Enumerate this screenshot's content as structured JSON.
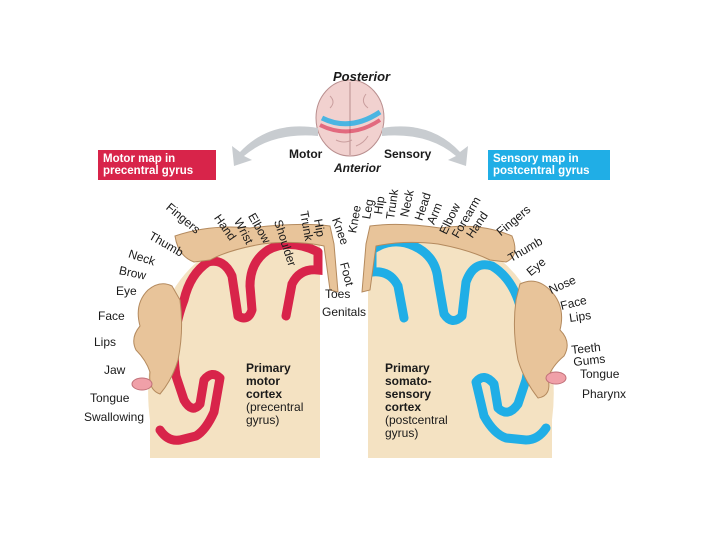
{
  "colors": {
    "motor": "#d8244a",
    "sensory": "#20aee6",
    "cortex_fill": "#f4e2c2",
    "skin": "#e8c49a"
  },
  "orientation": {
    "posterior": "Posterior",
    "anterior": "Anterior",
    "motor": "Motor",
    "sensory": "Sensory"
  },
  "motor_box": {
    "line1": "Motor map in",
    "line2": "precentral gyrus"
  },
  "sensory_box": {
    "line1": "Sensory map in",
    "line2": "postcentral gyrus"
  },
  "motor_labels": {
    "toes": "Toes",
    "foot": "Foot",
    "knee": "Knee",
    "hip": "Hip",
    "trunk": "Trunk",
    "shoulder": "Shoulder",
    "elbow": "Elbow",
    "wrist": "Wrist",
    "hand": "Hand",
    "fingers": "Fingers",
    "thumb": "Thumb",
    "neck": "Neck",
    "brow": "Brow",
    "eye": "Eye",
    "face": "Face",
    "lips": "Lips",
    "jaw": "Jaw",
    "tongue": "Tongue",
    "swallowing": "Swallowing"
  },
  "sensory_labels": {
    "genitals": "Genitals",
    "knee": "Knee",
    "leg": "Leg",
    "hip": "Hip",
    "trunk": "Trunk",
    "neck": "Neck",
    "head": "Head",
    "arm": "Arm",
    "elbow": "Elbow",
    "forearm": "Forearm",
    "hand": "Hand",
    "fingers": "Fingers",
    "thumb": "Thumb",
    "eye": "Eye",
    "nose": "Nose",
    "face": "Face",
    "lips": "Lips",
    "teeth": "Teeth",
    "gums": "Gums",
    "tongue": "Tongue",
    "pharynx": "Pharynx"
  },
  "motor_cortex": {
    "title1": "Primary",
    "title2": "motor",
    "title3": "cortex",
    "sub1": "(precentral",
    "sub2": "gyrus)"
  },
  "sensory_cortex": {
    "title1": "Primary",
    "title2": "somato-",
    "title3": "sensory",
    "title4": "cortex",
    "sub1": "(postcentral",
    "sub2": "gyrus)"
  }
}
